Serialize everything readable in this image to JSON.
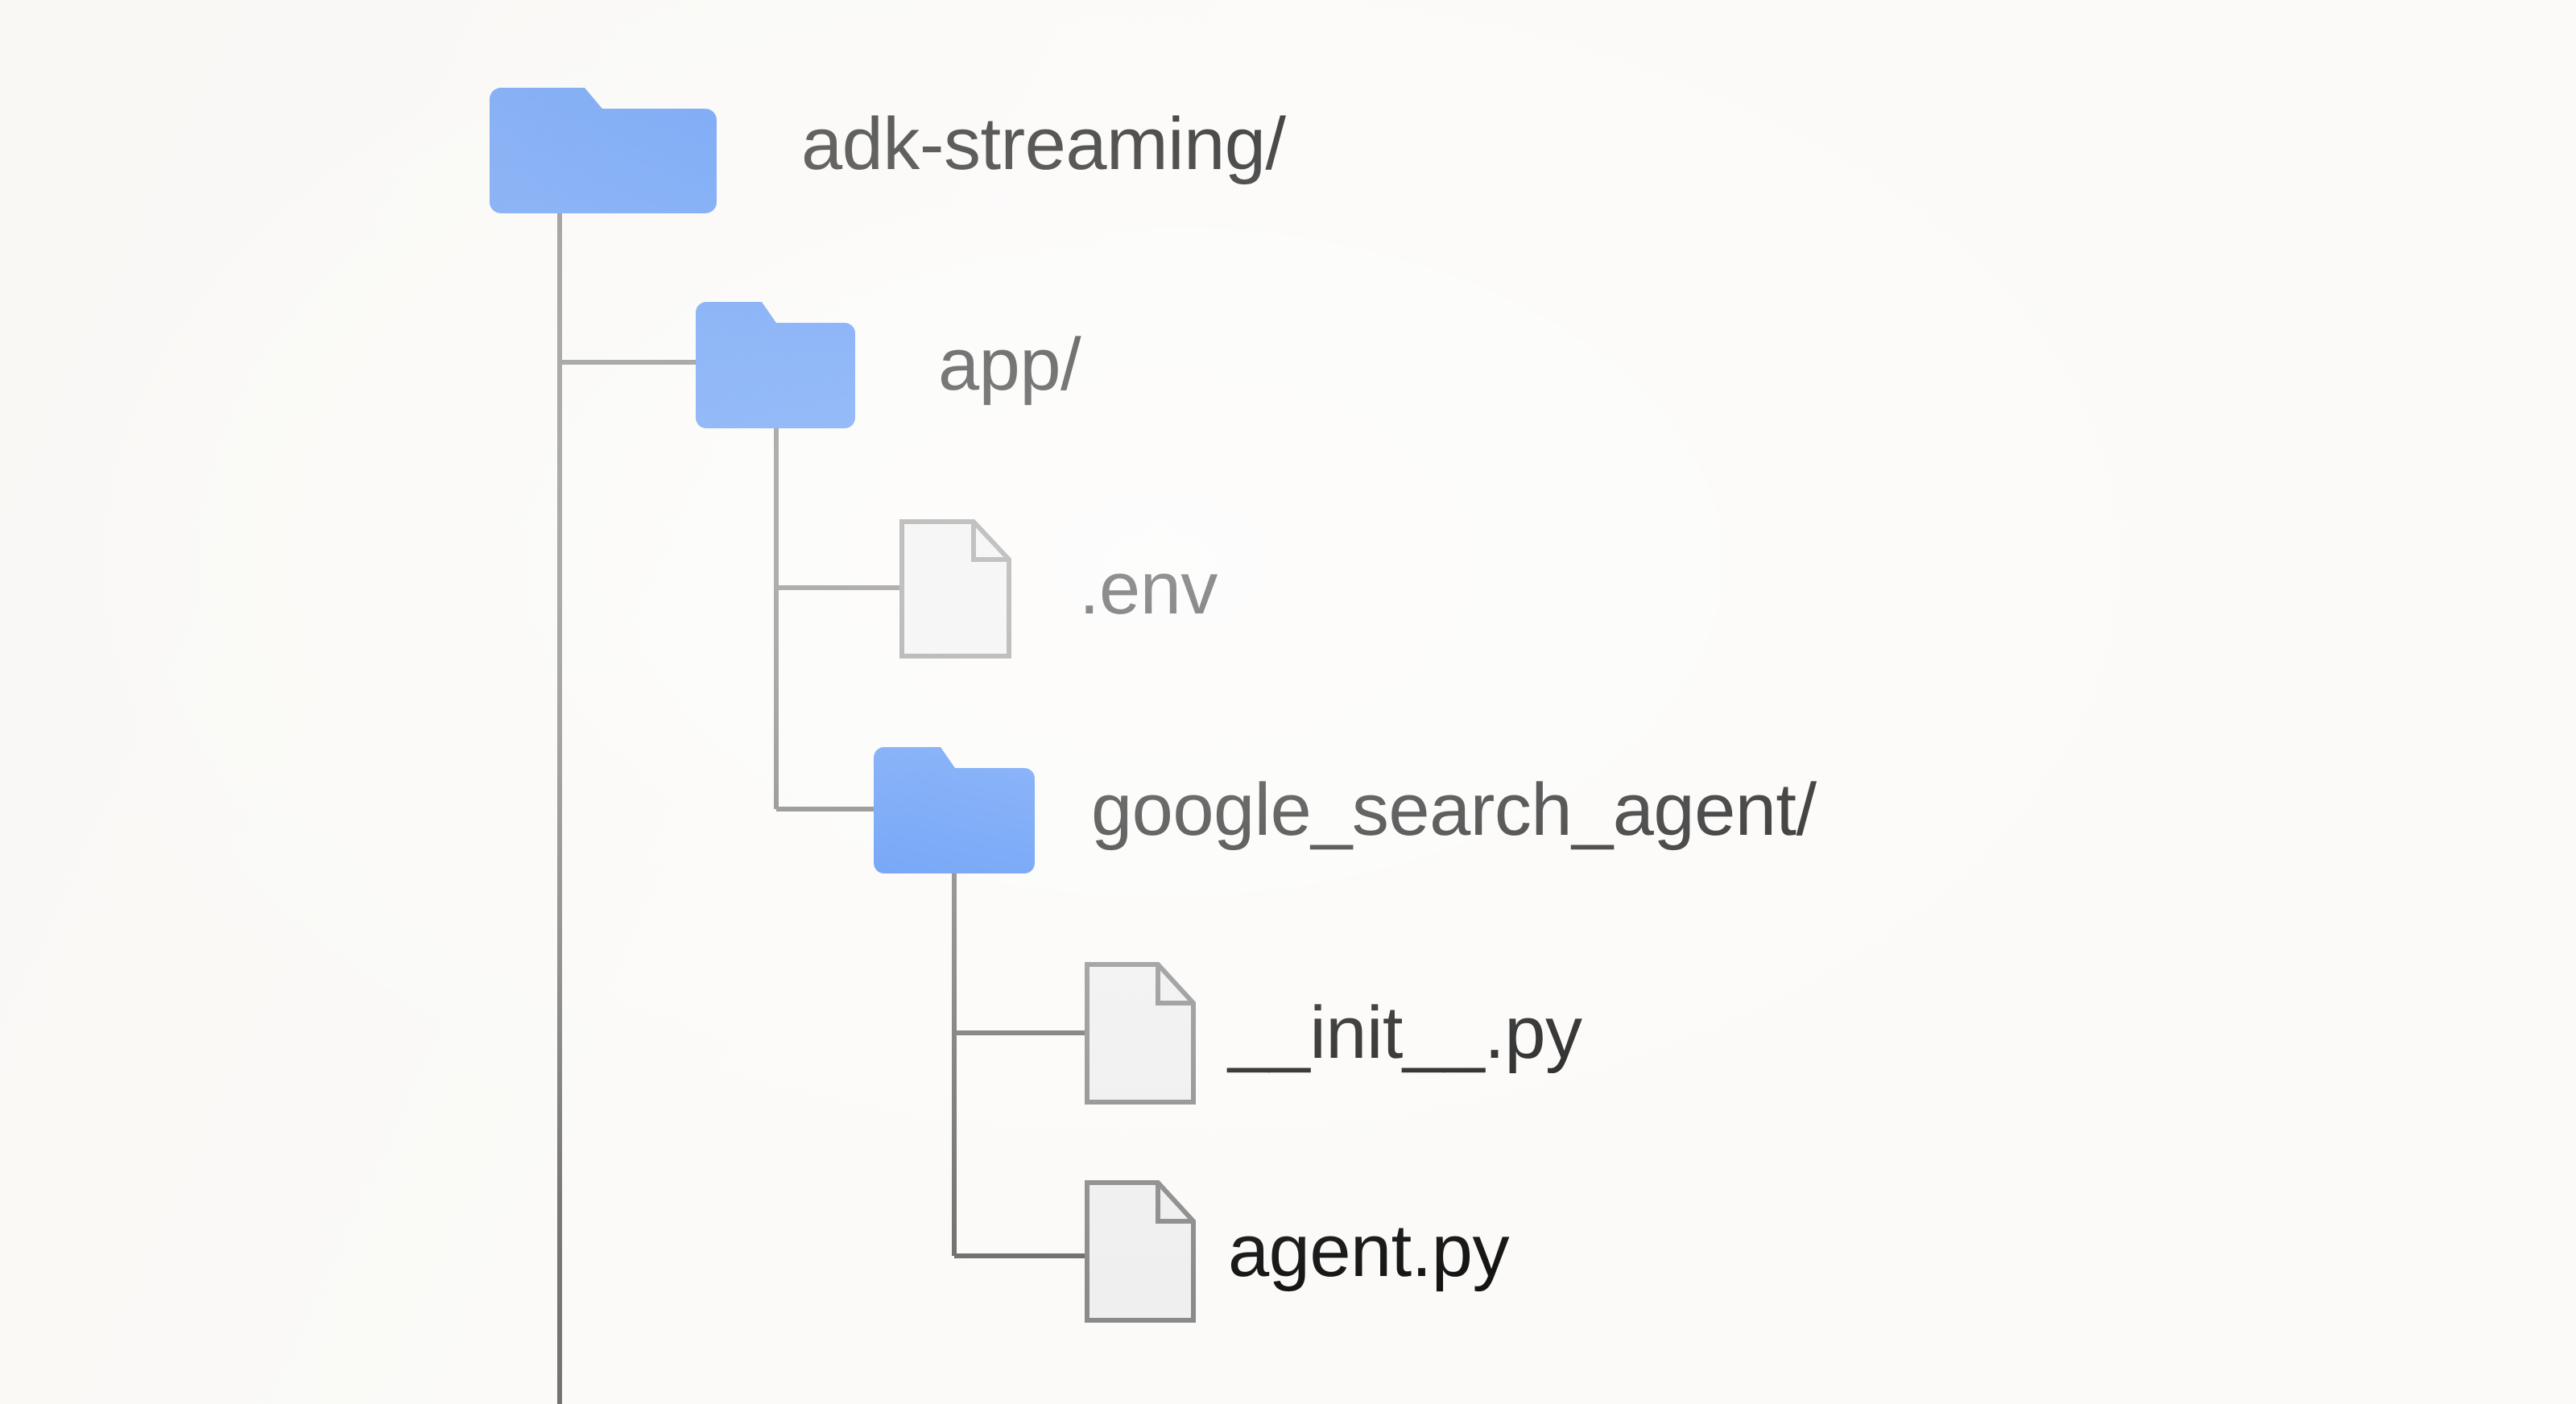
{
  "diagram": {
    "type": "directory-tree",
    "title": "adk-streaming project structure",
    "background_color": "#FBFAF8",
    "folder_color": "#4285F4",
    "file_fill_color": "#EFEFEF",
    "file_stroke_color": "#8A8A8A",
    "connector_color": "#6E6E6E",
    "text_color": "#141414"
  },
  "nodes": [
    {
      "id": "root",
      "label": "adk-streaming/",
      "kind": "folder",
      "icon": "folder-icon",
      "depth": 0
    },
    {
      "id": "app",
      "label": "app/",
      "kind": "folder",
      "icon": "folder-icon",
      "depth": 1
    },
    {
      "id": "env",
      "label": ".env",
      "kind": "file",
      "icon": "file-icon",
      "depth": 2
    },
    {
      "id": "google_search_agent",
      "label": "google_search_agent/",
      "kind": "folder",
      "icon": "folder-icon",
      "depth": 2
    },
    {
      "id": "init_py",
      "label": "__init__.py",
      "kind": "file",
      "icon": "file-icon",
      "depth": 3
    },
    {
      "id": "agent_py",
      "label": "agent.py",
      "kind": "file",
      "icon": "file-icon",
      "depth": 3
    }
  ]
}
